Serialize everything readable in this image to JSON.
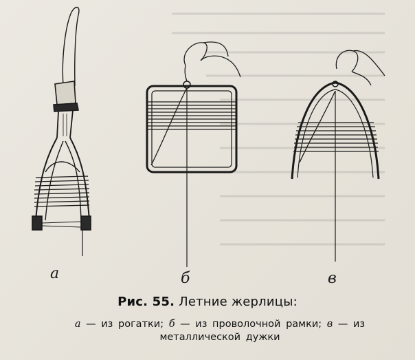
{
  "labels": {
    "a": "а",
    "b": "б",
    "c": "в"
  },
  "caption": {
    "fig_number": "Рис. 55.",
    "fig_title": "Летние жерлицы:",
    "a_letter": "а",
    "a_text": "— из рогатки;",
    "b_letter": "б",
    "b_text": "— из проволочной рамки;",
    "c_letter": "в",
    "c_text": "— из",
    "line2": "металлической дужки"
  },
  "colors": {
    "ink": "#1a1a1a",
    "paper": "#e9e6df"
  }
}
